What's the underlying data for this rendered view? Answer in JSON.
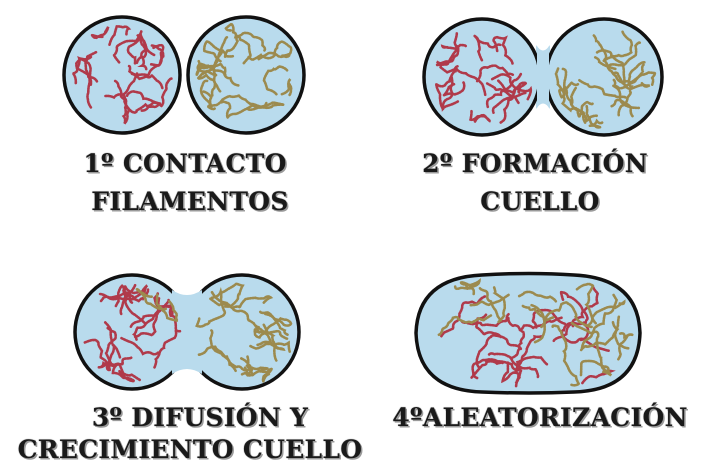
{
  "stages": [
    {
      "id": "stage-1",
      "line1": "1º CONTACTO",
      "line2": "FILAMENTOS"
    },
    {
      "id": "stage-2",
      "line1": "2º FORMACIÓN",
      "line2": "CUELLO"
    },
    {
      "id": "stage-3",
      "line1": "3º DIFUSIÓN Y",
      "line2": "CRECIMIENTO CUELLO"
    },
    {
      "id": "stage-4",
      "line1": "4ºALEATORIZACIÓN",
      "line2": ""
    }
  ],
  "colors": {
    "particle_fill": "#b9dbed",
    "outline": "#111111",
    "filament_red": "#b03a4a",
    "filament_olive": "#9c8a4e"
  }
}
